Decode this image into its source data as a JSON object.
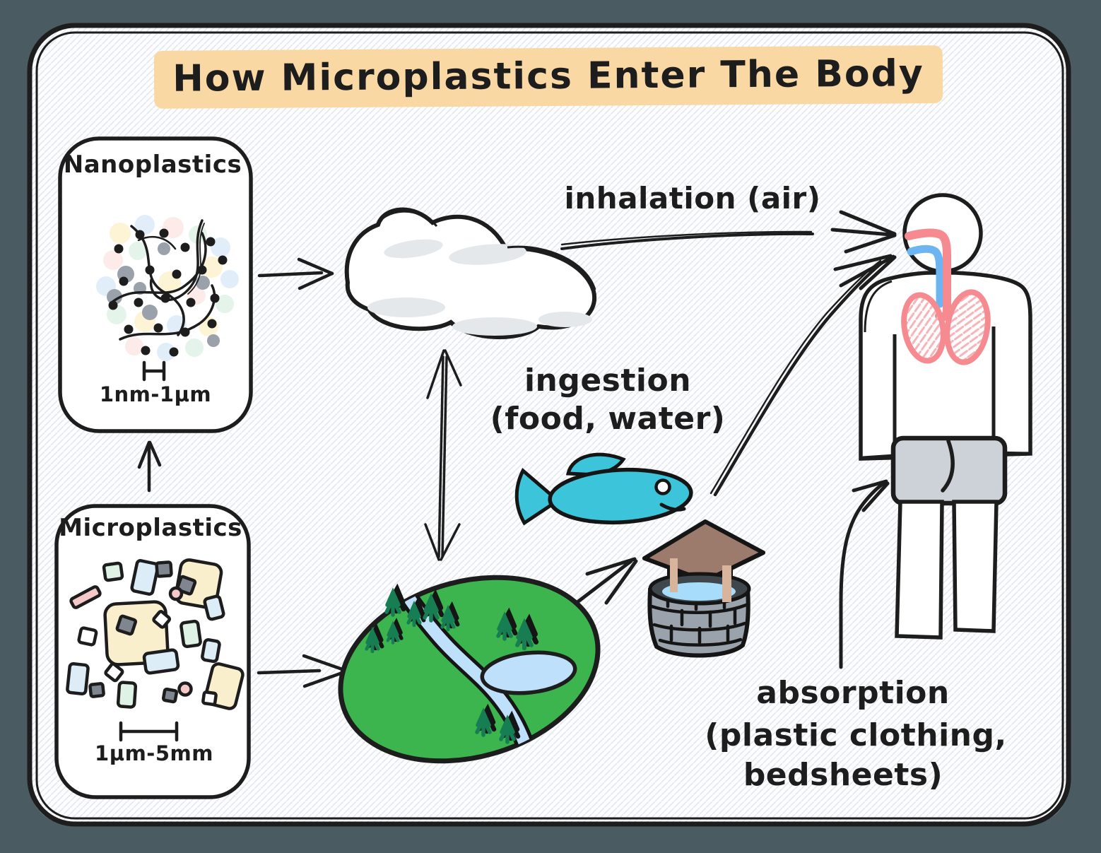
{
  "title": "How Microplastics Enter The Body",
  "boxes": {
    "nanoplastics": {
      "label": "Nanoplastics",
      "size_range": "1nm-1µm"
    },
    "microplastics": {
      "label": "Microplastics",
      "size_range": "1µm-5mm"
    }
  },
  "pathways": {
    "inhalation": {
      "label": "inhalation (air)"
    },
    "ingestion": {
      "line1": "ingestion",
      "line2": "(food, water)"
    },
    "absorption": {
      "line1": "absorption",
      "line2": "(plastic clothing,",
      "line3": "bedsheets)"
    }
  },
  "illustrations": [
    "cloud",
    "land-with-river-and-trees",
    "fish",
    "water-well",
    "human-figure-with-lungs"
  ],
  "colors": {
    "outer_background": "#4a5b62",
    "paper": "#fdfdfe",
    "hatch": "#e2e6ef",
    "ink": "#1d1d1d",
    "title_highlight": "#f9d8a4",
    "fish_teal": "#3cc5da",
    "land_green": "#3db54e",
    "tree_green": "#177d52",
    "water_blue": "#bfe0fa",
    "well_water_blue": "#a8dcfb",
    "lung_pink": "#f58b90",
    "airway_blue": "#6db5f2",
    "roof_brown": "#9c7a6c",
    "post_tan": "#d8b49c",
    "stone_gray": "#9aa2ab",
    "shorts_gray": "#cdd2d8"
  }
}
